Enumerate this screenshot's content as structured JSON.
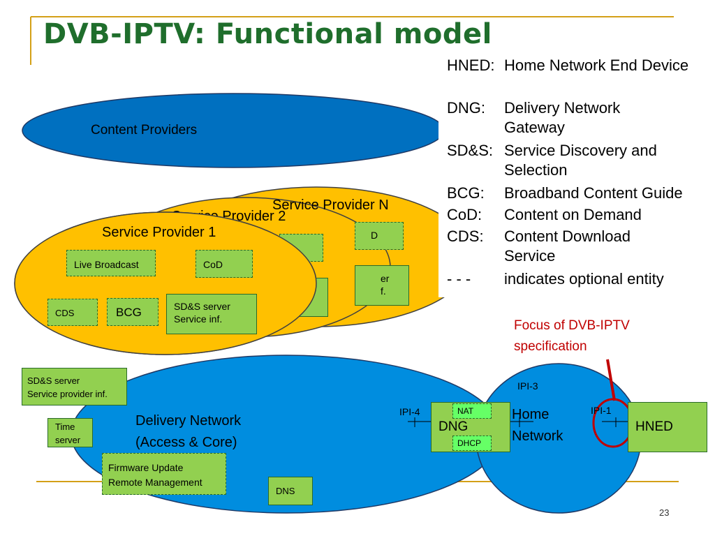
{
  "title": "DVB-IPTV: Functional model",
  "slide_number": "23",
  "legend": [
    {
      "term": "HNED:",
      "desc": "Home Network End Device"
    },
    {
      "term": "DNG:",
      "desc": "Delivery Network Gateway"
    },
    {
      "term": "SD&S:",
      "desc": "Service Discovery and Selection"
    },
    {
      "term": "BCG:",
      "desc": "Broadband Content Guide"
    },
    {
      "term": "CoD:",
      "desc": "Content on Demand"
    },
    {
      "term": "CDS:",
      "desc": "Content Download Service"
    },
    {
      "term": "- - -",
      "desc": "indicates optional entity"
    }
  ],
  "content_providers": "Content Providers",
  "service_providers": {
    "sp_n": "Service Provider N",
    "sp_2": "Service Provider 2",
    "sp_1": "Service Provider 1",
    "sp_n_partial_1": "D",
    "sp_n_partial_2": "er",
    "sp_n_partial_3": "f."
  },
  "sp1_boxes": {
    "live_broadcast": "Live Broadcast",
    "cod": "CoD",
    "cds": "CDS",
    "bcg": "BCG",
    "sds_server": "SD&S server\nService inf."
  },
  "delivery": {
    "label": "Delivery Network\n(Access & Core)",
    "sds_server": "SD&S server\nService provider inf.",
    "time_server": "Time\nserver",
    "firmware": "Firmware Update\nRemote Management",
    "dns": "DNS"
  },
  "home": {
    "label": "Home\nNetwork",
    "ipi3": "IPI-3",
    "ipi4": "IPI-4",
    "ipi1": "IPI-1",
    "dng": "DNG",
    "nat": "NAT",
    "dhcp": "DHCP",
    "hned": "HNED"
  },
  "focus_note": "Focus of DVB-IPTV\nspecification",
  "colors": {
    "title_green": "#1f6e2c",
    "gold_line": "#d4a017",
    "content_blue": "#0070c0",
    "sp_orange": "#ffc000",
    "network_blue": "#008ddf",
    "box_green": "#92d050",
    "focus_red": "#c00000"
  }
}
